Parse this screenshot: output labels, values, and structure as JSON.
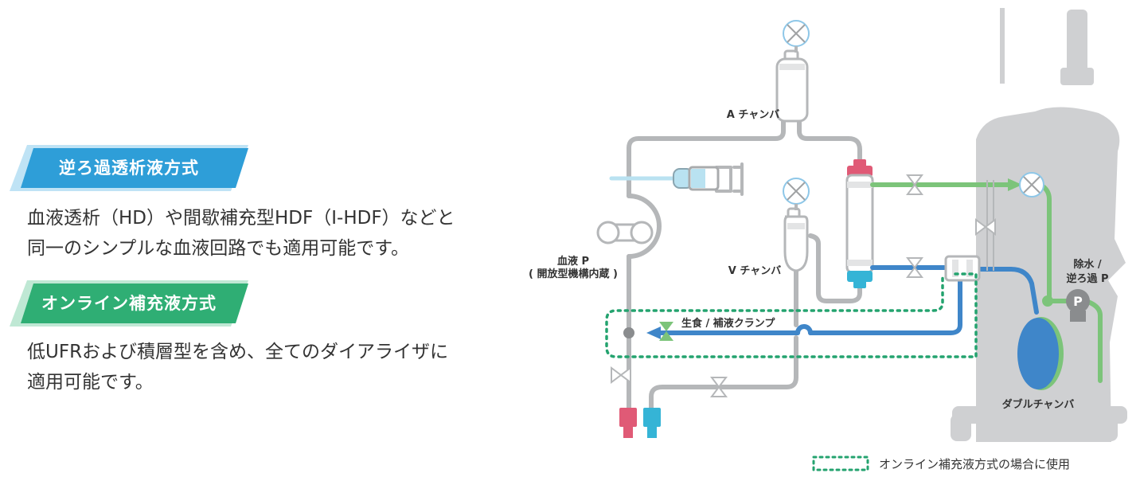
{
  "methods": [
    {
      "title": "逆ろ過透析液方式",
      "lines": [
        "血液透析（HD）や間歇補充型HDF（I-HDF）などと",
        "同一のシンプルな血液回路でも適用可能です。"
      ]
    },
    {
      "title": "オンライン補充液方式",
      "lines": [
        "低UFRおよび積層型を含め、全てのダイアライザに",
        "適用可能です。"
      ]
    }
  ],
  "diagram": {
    "labels": {
      "a_chamber": "A チャンバ",
      "v_chamber": "V チャンバ",
      "blood_pump": "血液 P",
      "blood_pump_note": "( 開放型機構内蔵 )",
      "clamp": "生食 / 補液クランプ",
      "uf_pump_1": "除水 /",
      "uf_pump_2": "逆ろ過 P",
      "pump_symbol": "P",
      "double_chamber": "ダブルチャンバ"
    },
    "legend": "オンライン補充液方式の場合に使用"
  },
  "colors": {
    "badge_blue": "#2e9ed8",
    "badge_green": "#2fae74",
    "line_gray": "#b5b7b9",
    "line_green": "#7cc47a",
    "line_blue": "#3f86c9",
    "dotted_green": "#24a36f",
    "arterial_red": "#e05a76",
    "venous_cyan": "#35b4d6",
    "machine_gray": "#cfd0d2"
  }
}
